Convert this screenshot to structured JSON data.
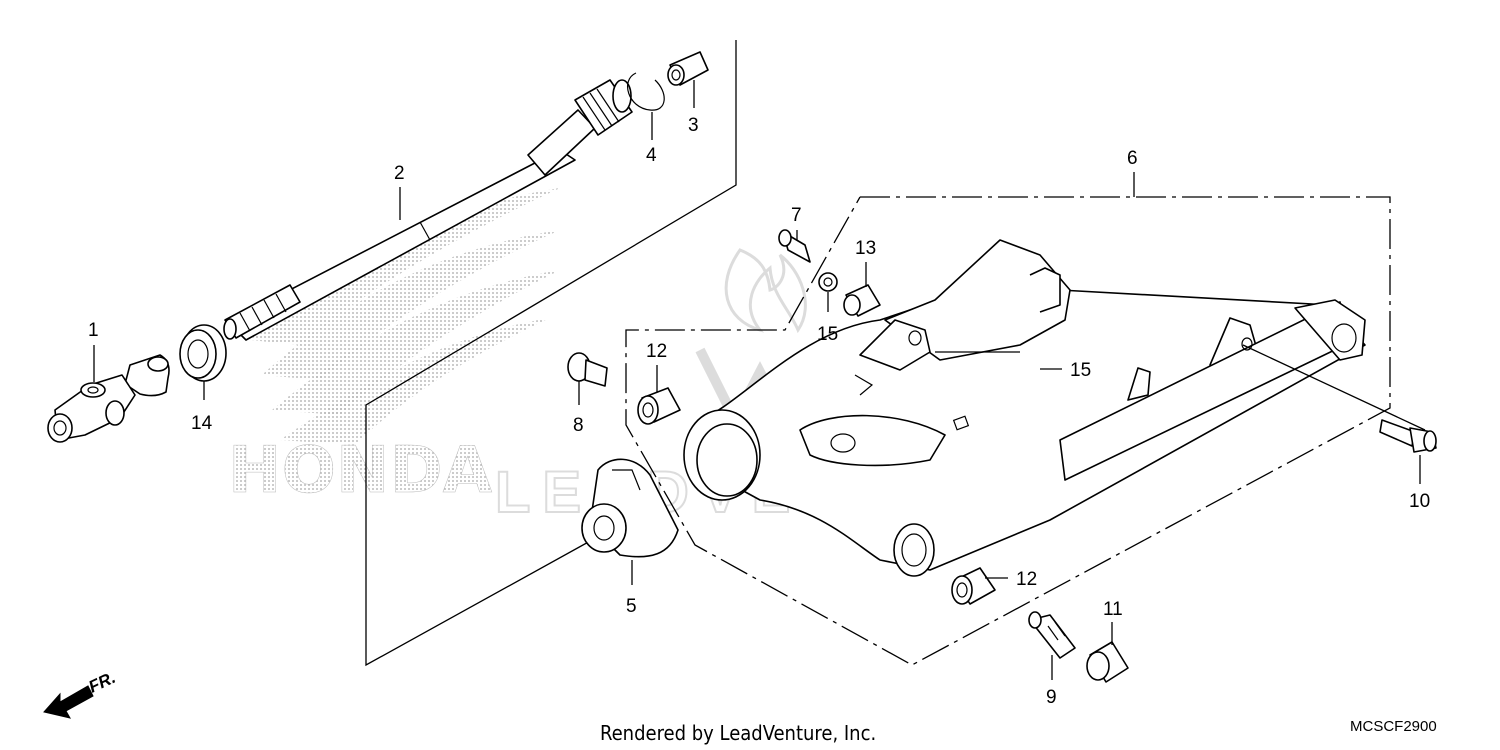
{
  "diagram": {
    "part_labels": {
      "p1": "1",
      "p2": "2",
      "p3": "3",
      "p4": "4",
      "p5": "5",
      "p6": "6",
      "p7": "7",
      "p8": "8",
      "p9": "9",
      "p10": "10",
      "p11": "11",
      "p12a": "12",
      "p12b": "12",
      "p13": "13",
      "p14": "14",
      "p15a": "15",
      "p15b": "15"
    },
    "watermark_brand": "HONDA",
    "watermark_vendor": "LEADVENTURE",
    "direction_label": "FR.",
    "footer_credit": "Rendered by LeadVenture, Inc.",
    "diagram_code": "MCSCF2900"
  }
}
